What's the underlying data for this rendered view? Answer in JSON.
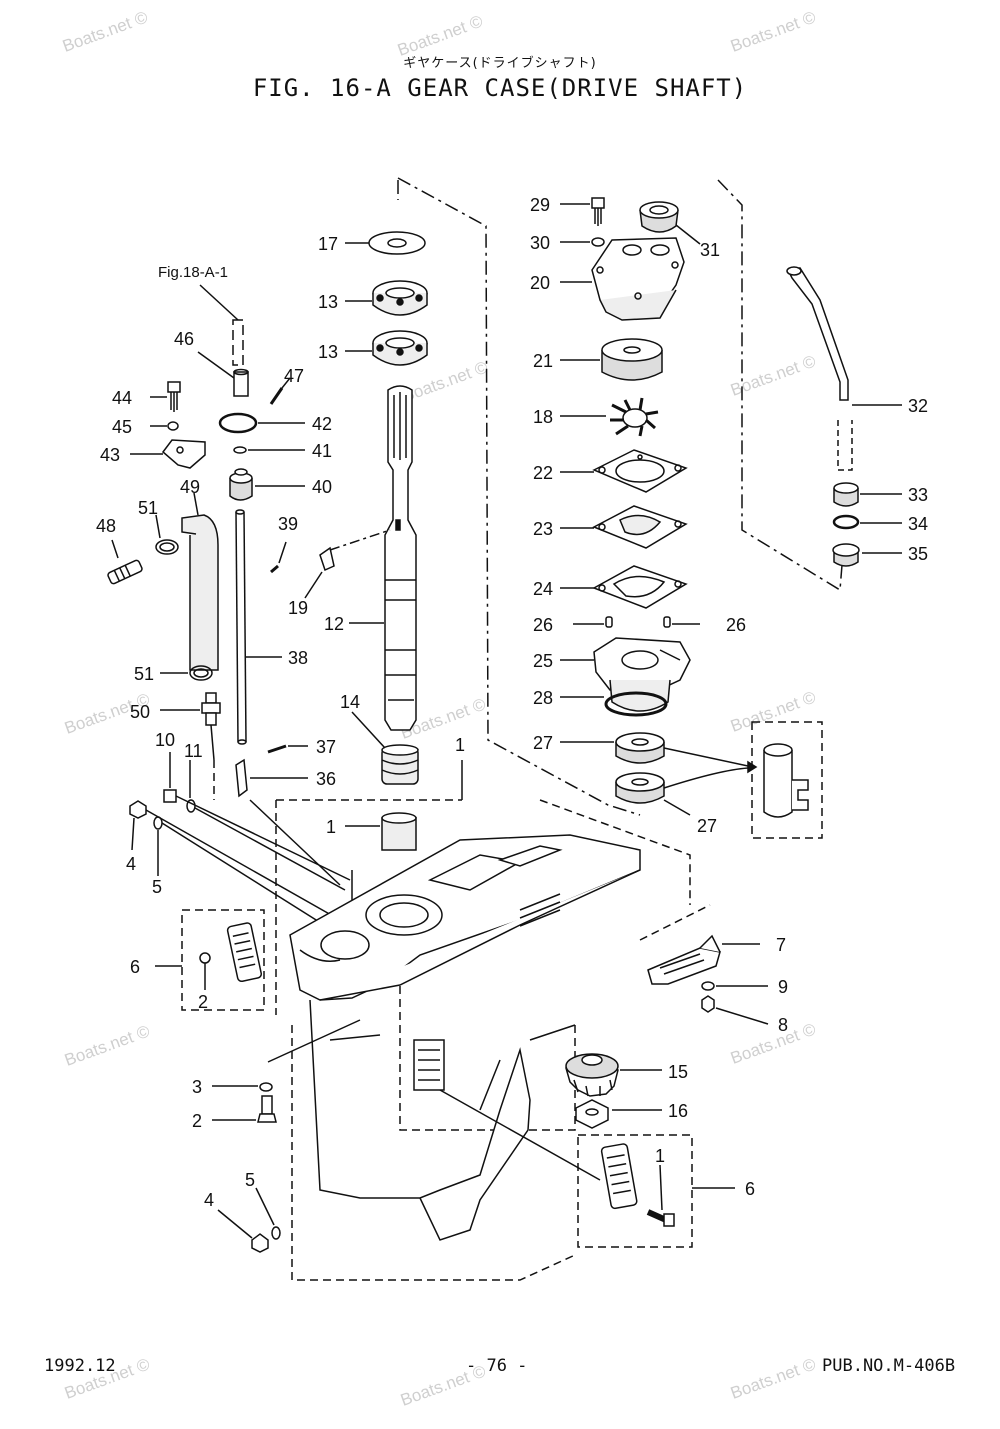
{
  "header": {
    "subtitle_jp": "ギヤケース(ドライブシャフト)",
    "title": "FIG. 16-A GEAR CASE(DRIVE SHAFT)"
  },
  "footer": {
    "date": "1992.12",
    "page": "- 76 -",
    "pub_no": "PUB.NO.M-406B"
  },
  "watermark": "Boats.net ©",
  "ref_label": "Fig.18-A-1",
  "callouts": {
    "c17": "17",
    "c13a": "13",
    "c13b": "13",
    "c46": "46",
    "c47": "47",
    "c44": "44",
    "c42": "42",
    "c45": "45",
    "c41": "41",
    "c43": "43",
    "c40": "40",
    "c49": "49",
    "c51a": "51",
    "c48": "48",
    "c39": "39",
    "c19": "19",
    "c12": "12",
    "c38": "38",
    "c51b": "51",
    "c50": "50",
    "c14": "14",
    "c37": "37",
    "c10": "10",
    "c11": "11",
    "c36": "36",
    "c1a": "1",
    "c1b": "1",
    "c4a": "4",
    "c5a": "5",
    "c6a": "6",
    "c2a": "2",
    "c3": "3",
    "c2b": "2",
    "c5b": "5",
    "c4b": "4",
    "c29": "29",
    "c30": "30",
    "c31": "31",
    "c20": "20",
    "c21": "21",
    "c18": "18",
    "c22": "22",
    "c23": "23",
    "c24": "24",
    "c26a": "26",
    "c26b": "26",
    "c25": "25",
    "c28": "28",
    "c27a": "27",
    "c27b": "27",
    "c32": "32",
    "c33": "33",
    "c34": "34",
    "c35": "35",
    "c7": "7",
    "c9": "9",
    "c8": "8",
    "c15": "15",
    "c16": "16",
    "c1c": "1",
    "c6b": "6"
  }
}
